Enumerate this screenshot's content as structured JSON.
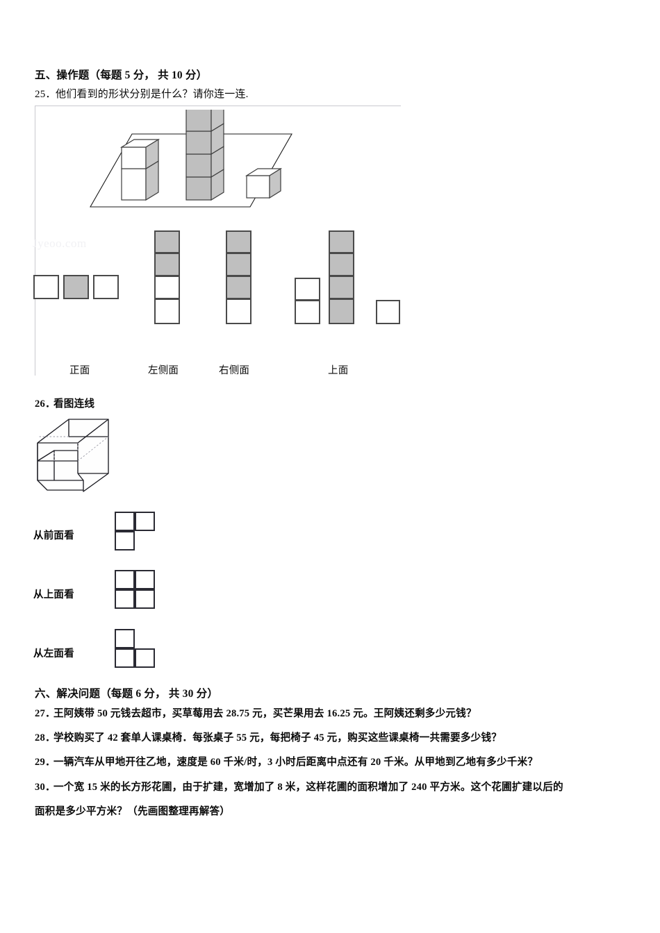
{
  "document": {
    "type": "math-exam-worksheet",
    "watermark": "Jyeoo.com"
  },
  "section_five": {
    "heading": "五、操作题（每题 5 分， 共 10 分）",
    "questions": [
      {
        "number": "25．",
        "text": "他们看到的形状分别是什么？请你连一连.",
        "figure": {
          "scene": {
            "description": "三个立方体堆放在一个平面上",
            "stacks": [
              {
                "name": "left-stack",
                "count": 2,
                "fill": "white"
              },
              {
                "name": "middle-stack",
                "count": 4,
                "fill": "gray"
              },
              {
                "name": "right-stack",
                "count": 1,
                "fill": "white"
              }
            ]
          },
          "options": [
            {
              "label": "正面",
              "name": "front-view-option",
              "layout": "row",
              "cells": [
                "white",
                "gray",
                "white"
              ]
            },
            {
              "label": "左侧面",
              "name": "left-side-view-option",
              "layout": "column",
              "cells": [
                "gray",
                "gray",
                "white",
                "white"
              ]
            },
            {
              "label": "右侧面",
              "name": "right-side-view-option",
              "layout": "column",
              "cells": [
                "gray",
                "gray",
                "gray",
                "white"
              ]
            },
            {
              "label": "上面",
              "name": "top-view-option",
              "layout": "mixed",
              "groups": [
                {
                  "cells": [
                    "white",
                    "white"
                  ]
                },
                {
                  "cells": [
                    "gray",
                    "gray",
                    "gray",
                    "gray"
                  ]
                },
                {
                  "cells": [
                    "white"
                  ]
                }
              ]
            }
          ]
        }
      },
      {
        "number": "26．",
        "text": "看图连线",
        "figure": {
          "solid": "L形立体图形（由小正方体组成）",
          "views": [
            {
              "label": "从前面看",
              "name": "front-view-shape",
              "filled_cells": [
                "top-left",
                "top-right",
                "bottom-left"
              ]
            },
            {
              "label": "从上面看",
              "name": "top-view-shape",
              "filled_cells": [
                "top-left",
                "top-right",
                "bottom-left",
                "bottom-right"
              ]
            },
            {
              "label": "从左面看",
              "name": "left-view-shape",
              "filled_cells": [
                "top-left",
                "bottom-left",
                "bottom-right"
              ]
            }
          ]
        }
      }
    ]
  },
  "section_six": {
    "heading": "六、解决问题（每题 6 分， 共 30 分）",
    "questions": [
      {
        "number": "27．",
        "text": "王阿姨带 50 元钱去超市，买草莓用去 28.75 元，买芒果用去 16.25 元。王阿姨还剩多少元钱？"
      },
      {
        "number": "28．",
        "text": "学校购买了 42 套单人课桌椅．每张桌子 55 元，每把椅子 45 元，购买这些课桌椅一共需要多少钱？"
      },
      {
        "number": "29．",
        "text": "一辆汽车从甲地开往乙地，速度是 60 千米/时，3 小时后距离中点还有 20 千米。从甲地到乙地有多少千米？"
      },
      {
        "number": "30．",
        "text_line1": "一个宽 15 米的长方形花圃，由于扩建，宽增加了 8 米，这样花圃的面积增加了 240 平方米。这个花圃扩建以后的",
        "text_line2": "面积是多少平方米？（先画图整理再解答）"
      }
    ]
  },
  "colors": {
    "cube_gray": "#bfbfbf",
    "cube_side": "#c6c6c6",
    "cube_top": "#d8d8d8",
    "outline": "#4a4a4a",
    "frame_border": "#c9c9cf",
    "text": "#0b0b0b",
    "watermark": "#f1f1f4"
  }
}
